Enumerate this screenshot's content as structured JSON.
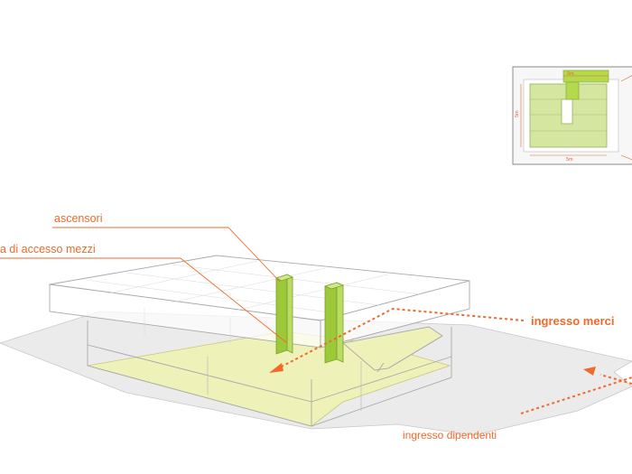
{
  "labels": {
    "ascensori": "ascensori",
    "accesso_mezzi": "a di accesso mezzi",
    "ingresso_merci": "ingresso merci",
    "ingresso_dipendenti": "ingresso dipendenti"
  },
  "inset": {
    "dim_top": "5m",
    "dim_left": "5m",
    "dim_bottom": "5m"
  },
  "colors": {
    "accent": "#f06a2a",
    "lime": "#9cc83a",
    "pale_yellow": "#eef2b8",
    "ground": "#ebebeb"
  }
}
